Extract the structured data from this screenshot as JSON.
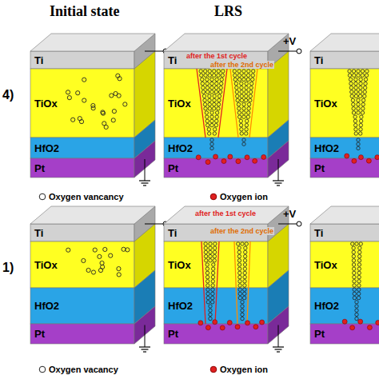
{
  "diagram": {
    "nodes": [
      {
        "text": [
          "Ti"
        ]
      },
      {
        "text": [
          "TiOx"
        ]
      },
      {
        "text": [
          "HfO2"
        ]
      },
      {
        "text": [
          "Pt"
        ]
      },
      {
        "text": [
          "Ti"
        ]
      },
      {
        "text": [
          "TiOx"
        ]
      },
      {
        "text": [
          "HfO2"
        ]
      },
      {
        "text": [
          "Pt"
        ]
      },
      {
        "text": [
          "Ti"
        ]
      },
      {
        "text": [
          "TiOx"
        ]
      },
      {
        "text": [
          "HfO2"
        ]
      },
      {
        "text": [
          "Pt"
        ]
      },
      {
        "text": [
          "Ti"
        ]
      },
      {
        "text": [
          "TiOx"
        ]
      },
      {
        "text": [
          "HfO2"
        ]
      },
      {
        "text": [
          "Pt"
        ]
      },
      {
        "text": [
          "Ti"
        ]
      },
      {
        "text": [
          "TiOx"
        ]
      },
      {
        "text": [
          "HfO2"
        ]
      },
      {
        "text": [
          "Pt"
        ]
      },
      {
        "text": [
          "Ti"
        ]
      },
      {
        "text": [
          "TiOx"
        ]
      },
      {
        "text": [
          "HfO2"
        ]
      },
      {
        "text": [
          "Pt"
        ]
      }
    ],
    "labels": [
      "Initial state",
      "LRS",
      "4)",
      "1)",
      "+V",
      "after the 1st cycle",
      "after the 2nd cycle",
      "+V",
      "after the 1st cycle",
      "after the 2nd cycle"
    ],
    "legend": [
      {
        "text": "Oxygen vancancy"
      },
      {
        "text": "Oxygen ion"
      },
      {
        "text": "Oxygen vacancy"
      },
      {
        "text": "Oxygen ion"
      }
    ]
  }
}
